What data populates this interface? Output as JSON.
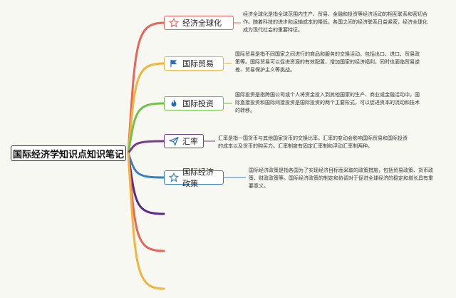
{
  "root": {
    "title": "国际经济学知识点知识笔记"
  },
  "topics": [
    {
      "label": "经济全球化",
      "icon": "star-icon",
      "color": "#e8655a",
      "note": "经济全球化是指全球范围内生产、贸易、金融和投资等经济活动的相互联系和密切合作。随着科技的进步和运输成本的降低，各国之间的经济联系日益紧密，经济全球化成为现代社会的重要特征。"
    },
    {
      "label": "国际贸易",
      "icon": "flag-icon",
      "color": "#f2b43c",
      "note": "国际贸易是指不同国家之间进行的商品和服务的交换活动，包括出口、进口、贸易政策等。国际贸易可以促进资源的有效配置，增加国家的经济福利，同时也面临贸易逆差、贸易保护主义等挑战。"
    },
    {
      "label": "国际投资",
      "icon": "fire-icon",
      "color": "#74c247",
      "note": "国际投资是指跨国公司或个人将资金投入到其他国家的生产、商业或金融活动中。国际直接投资和国际间接投资是国际投资的两个主要形式，可以促进资本的流动和技术的转移。"
    },
    {
      "label": "汇率",
      "icon": "paper-plane-icon",
      "color": "#7b3a8c",
      "note": "汇率是指一国货币与其他国家货币的交换比率。汇率的变动会影响国际贸易和国际投资的成本以及货币的购买力。汇率制度有固定汇率制和浮动汇率制两种。"
    },
    {
      "label": "国际经济政策",
      "icon": "star-outline-icon",
      "color": "#3a7fc4",
      "note": "国际经济政策是指各国为了实现经济目标而采取的政策措施，包括贸易政策、货币政策、财政政策等。国际经济政策的制定和协调对于促进全球经济的稳定和增长具有重要意义。"
    }
  ],
  "empty_branch_colors": [
    "#5a2a8a",
    "#e8655a",
    "#f2b43c"
  ]
}
